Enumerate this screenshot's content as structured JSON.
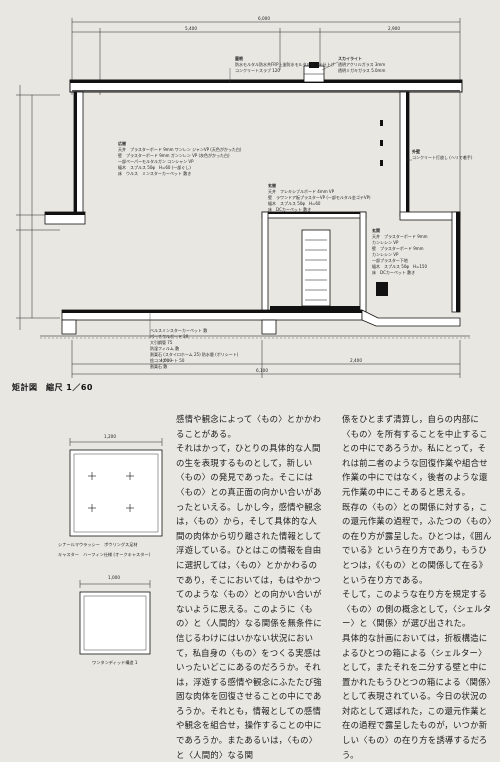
{
  "drawing": {
    "caption": "矩計図　縮尺 1／60",
    "dims_top": {
      "overall": "6,000",
      "left": "5,400",
      "right": "2,900"
    },
    "dims_bottom": {
      "left": "4,000",
      "right": "2,400",
      "overall": "6,100"
    },
    "notes": {
      "roof_title": "屋根",
      "roof_line1": "防水モルタル防水共FRP上塗防水モルタル金ゴテ仕上げ",
      "roof_line2": "コンクリートスラブ 120",
      "skylight_title": "スカイライト",
      "skylight_line1": "透明アクリルガラス 3mm",
      "skylight_line2": "透明ミガキガラス 5.0mm",
      "room1_title": "広間",
      "room1_line1": "天井　プラスターボード 9mm ワンレン ジャンVP (天色がかった白)",
      "room1_line2": "壁　プラスターボード 9mm ガンンレン VP (灰色がかった白)",
      "room1_line3": "一部ペーパーモルタルガン コンシャン VP",
      "room1_line4": "幅木　スプルス 50φ　H=60 (一部ぐし)",
      "room1_line5": "床　ウルス　ミンスターカーペット 敷き",
      "exterior_title": "外壁",
      "exterior_line1": "コンクリート打放し (ヘリで着手)",
      "room2_title": "玄間",
      "room2_line1": "天井　フレキシブルボード 4mm VP",
      "room2_line2": "壁　ラワンドア板プラスターVP (一部モルタル金ゴテVP)",
      "room2_line3": "幅木　スプルス 50φ　H=60",
      "room2_line4": "床　DCカーペット 敷き",
      "room3_title": "玄関",
      "room3_line1": "天井　プラスターボード 9mm",
      "room3_line2": "カンレシン VP",
      "room3_line3": "壁　プラスターボード 9mm",
      "room3_line4": "カンレシン VP",
      "room3_line5": "一部プラスター下地",
      "room3_line6": "幅木　スプルス 50φ　H=150",
      "room3_line7": "床　DCカーペット 敷き",
      "floor_line1": "ベルスミンスターカーペット 敷",
      "floor_line2": "パーチクルボード 20",
      "floor_line3": "大引鋼管 75",
      "floor_line4": "防湿フィルム 敷",
      "floor_line5": "割栗石 (スタイロホーム 25) 防水層 (ポリシート)",
      "floor_line6": "捨コンクリート 50",
      "floor_line7": "割栗石 敷"
    }
  },
  "small_figures": {
    "fig1_dim": "1,200",
    "fig1_caption_line1": "シナールマウラッシー　ボウリングス足材",
    "fig1_caption_line2": "キャスター　ハーフィン仕様 (オークキャスター)",
    "fig2_dim": "1,000",
    "fig2_caption": "ワンタンディッド構造 1"
  },
  "columns": {
    "col1": [
      "感情や観念によって〈もの〉とかかわることがある。",
      "それはかって，ひとりの具体的な人間の生を表現するものとして，新しい〈もの〉の発見であった。そこには〈もの〉との真正面の向かい合いがあったといえる。しかし今，感情や観念は，〈もの〉から，そして具体的な人間の肉体から切り離された情報として浮遊している。ひとはこの情報を自由に選択しては，〈もの〉とかかわるのであり，そこにおいては，もはやかつてのような〈もの〉との向かい合いがないように思える。このように〈もの〉と〈人間的〉なる関係を無条件に信じるわけにはいかない状況において，私自身の〈もの〉をつくる実感はいったいどこにあるのだろうか。それは，浮遊する感情や観念にふたたび強固な肉体を回復させることの中にであろうか。それとも，情報としての感情や観念を組合せ，操作することの中にであろうか。またあるいは，〈もの〉と〈人間的〉なる関"
    ],
    "col2": [
      "係をひとまず清算し，自らの内部に〈もの〉を所有することを中止することの中にであろうか。私にとって，それは前二者のような回復作業や組合せ作業の中にではなく，後者のような還元作業の中にこそあると思える。",
      "既存の〈もの〉との関係に対する，この還元作業の過程で，ふたつの〈もの〉の在り方が露呈した。ひとつは，《囲んでいる》という在り方であり，もうひとつは，《〈もの〉との関係して在る》という在り方である。",
      "そして，このような在り方を規定する〈もの〉の側の概念として，〈シェルター〉と〈関係〉が選び出された。",
      "具体的な計画においては，折板構造によるひとつの箱による〈シェルター〉として，またそれを二分する壁と中に置かれたもうひとつの箱による〈関係〉として表現されている。今日の状況の対応として選ばれた，この還元作業と在の過程で露呈したものが，いつか新しい〈もの〉の在り方を誘導するだろう。"
    ]
  }
}
